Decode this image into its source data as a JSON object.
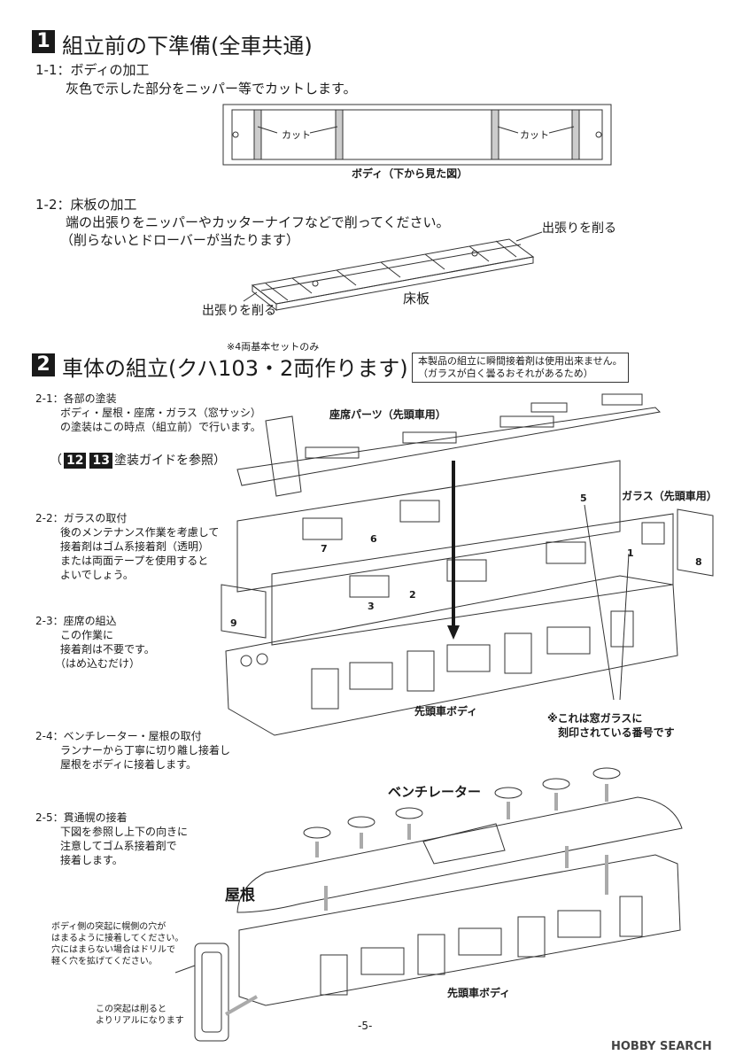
{
  "section1": {
    "number": "1",
    "title": "組立前の下準備(全車共通)",
    "step1_1": {
      "label": "1-1：ボディの加工",
      "text": "灰色で示した部分をニッパー等でカットします。",
      "cut_left": "カット",
      "cut_right": "カット",
      "caption": "ボディ（下から見た図）"
    },
    "step1_2": {
      "label": "1-2：床板の加工",
      "line1": "端の出張りをニッパーやカッターナイフなどで削ってください。",
      "line2": "（削らないとドローバーが当たります）",
      "callout_right": "出張りを削る",
      "callout_left": "出張りを削る",
      "caption": "床板"
    }
  },
  "section2": {
    "number": "2",
    "note_top": "※4両基本セットのみ",
    "title": "車体の組立(クハ103・2両作ります)",
    "warning_line1": "本製品の組立に瞬間接着剤は使用出来ません。",
    "warning_line2": "（ガラスが白く曇るおそれがあるため）",
    "step2_1": {
      "label": "2-1：各部の塗装",
      "line1": "ボディ・屋根・座席・ガラス（窓サッシ）",
      "line2": "の塗装はこの時点（組立前）で行います。",
      "paren_open": "（",
      "badge1": "12",
      "badge2": "13",
      "guide": "塗装ガイドを参照）"
    },
    "step2_2": {
      "label": "2-2：ガラスの取付",
      "line1": "後のメンテナンス作業を考慮して",
      "line2": "接着剤はゴム系接着剤（透明）",
      "line3": "または両面テープを使用すると",
      "line4": "よいでしょう。"
    },
    "step2_3": {
      "label": "2-3：座席の組込",
      "line1": "この作業に",
      "line2": "接着剤は不要です。",
      "line3": "（はめ込むだけ）"
    },
    "step2_4": {
      "label": "2-4：ベンチレーター・屋根の取付",
      "line1": "ランナーから丁寧に切り離し接着し",
      "line2": "屋根をボディに接着します。"
    },
    "step2_5": {
      "label": "2-5：貫通幌の接着",
      "line1": "下図を参照し上下の向きに",
      "line2": "注意してゴム系接着剤で",
      "line3": "接着します。"
    },
    "labels": {
      "seat_parts": "座席パーツ（先頭車用）",
      "glass": "ガラス（先頭車用）",
      "body": "先頭車ボディ",
      "engraved_note1": "※これは窓ガラスに",
      "engraved_note2": "刻印されている番号です",
      "ventilator": "ベンチレーター",
      "roof": "屋根",
      "body2": "先頭車ボディ",
      "horo_note1": "ボディ側の突起に幌側の穴が",
      "horo_note2": "はまるように接着してください。",
      "horo_note3": "穴にはまらない場合はドリルで",
      "horo_note4": "軽く穴を拡げてください。",
      "cut_note1": "この突起は削ると",
      "cut_note2": "よりリアルになります"
    },
    "glass_numbers": [
      "1",
      "2",
      "3",
      "5",
      "6",
      "7",
      "8",
      "9"
    ]
  },
  "page_number": "-5-",
  "watermark": "HOBBY SEARCH"
}
